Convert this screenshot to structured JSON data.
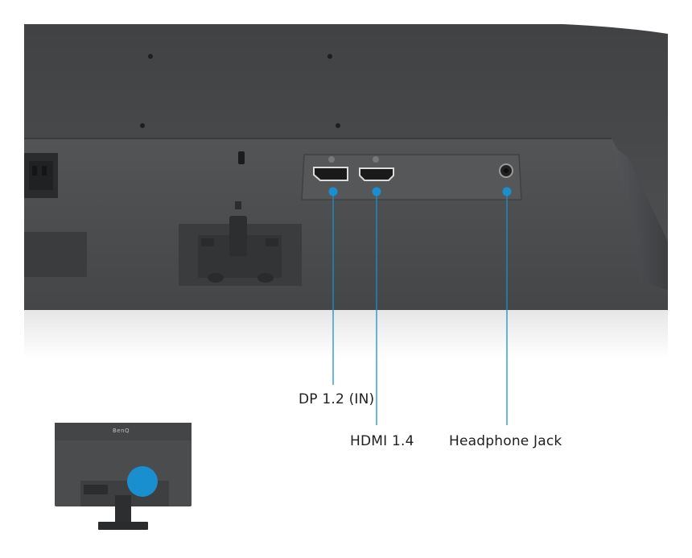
{
  "callouts": {
    "dp": "DP 1.2 (IN)",
    "hdmi": "HDMI 1.4",
    "headphone": "Headphone Jack"
  },
  "thumbnail": {
    "brand": "BenQ"
  },
  "colors": {
    "accent": "#1a8fd0",
    "panel": "#4a4b4d",
    "panel_dark": "#3a3b3d",
    "background": "#ffffff"
  }
}
